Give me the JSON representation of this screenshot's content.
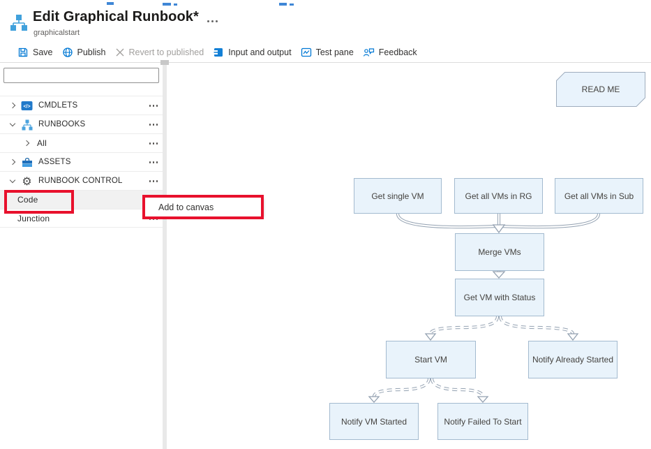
{
  "header": {
    "title": "Edit Graphical Runbook*",
    "subtitle": "graphicalstart"
  },
  "toolbar": {
    "items": [
      {
        "label": "Save",
        "disabled": false
      },
      {
        "label": "Publish",
        "disabled": false
      },
      {
        "label": "Revert to published",
        "disabled": true
      },
      {
        "label": "Input and output",
        "disabled": false
      },
      {
        "label": "Test pane",
        "disabled": false
      },
      {
        "label": "Feedback",
        "disabled": false
      }
    ]
  },
  "sidebar": {
    "search": {
      "value": "",
      "placeholder": ""
    },
    "items": [
      {
        "label": "CMDLETS",
        "icon": "cmdlets-icon",
        "chevron": "collapsed",
        "level": 0
      },
      {
        "label": "RUNBOOKS",
        "icon": "runbooks-icon",
        "chevron": "expanded",
        "level": 0
      },
      {
        "label": "All",
        "icon": null,
        "chevron": "collapsed",
        "level": 1
      },
      {
        "label": "ASSETS",
        "icon": "toolbox-icon",
        "chevron": "collapsed",
        "level": 0
      },
      {
        "label": "RUNBOOK CONTROL",
        "icon": "gear-icon",
        "chevron": "expanded",
        "level": 0
      },
      {
        "label": "Code",
        "icon": null,
        "chevron": null,
        "level": 1,
        "highlighted": true
      },
      {
        "label": "Junction",
        "icon": null,
        "chevron": null,
        "level": 1
      }
    ]
  },
  "context_menu": {
    "items": [
      {
        "label": "Add to canvas"
      }
    ]
  },
  "canvas": {
    "note": {
      "label": "READ ME"
    },
    "nodes": [
      {
        "label": "Get single VM"
      },
      {
        "label": "Get all VMs in RG"
      },
      {
        "label": "Get all VMs in Sub"
      },
      {
        "label": "Merge VMs"
      },
      {
        "label": "Get VM with Status"
      },
      {
        "label": "Start VM"
      },
      {
        "label": "Notify Already Started"
      },
      {
        "label": "Notify VM Started"
      },
      {
        "label": "Notify Failed To Start"
      }
    ],
    "links": [
      {
        "from": "Get single VM",
        "to": "Merge VMs",
        "style": "solid"
      },
      {
        "from": "Get all VMs in RG",
        "to": "Merge VMs",
        "style": "solid"
      },
      {
        "from": "Get all VMs in Sub",
        "to": "Merge VMs",
        "style": "solid"
      },
      {
        "from": "Merge VMs",
        "to": "Get VM with Status",
        "style": "solid"
      },
      {
        "from": "Get VM with Status",
        "to": "Start VM",
        "style": "dashed"
      },
      {
        "from": "Get VM with Status",
        "to": "Notify Already Started",
        "style": "dashed"
      },
      {
        "from": "Start VM",
        "to": "Notify VM Started",
        "style": "dashed"
      },
      {
        "from": "Start VM",
        "to": "Notify Failed To Start",
        "style": "dashed"
      }
    ]
  },
  "icons": {
    "cmdlets_glyph": "</>"
  },
  "colors": {
    "accent": "#0078d4",
    "annotation_red": "#e8112d",
    "node_fill": "#e9f3fb",
    "node_border": "#a3bacf",
    "edge": "#93a1b1"
  }
}
